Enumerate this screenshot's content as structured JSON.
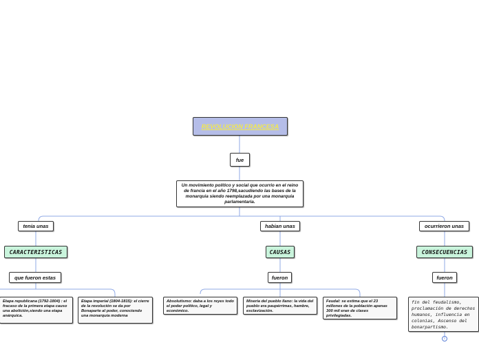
{
  "title": "REVOLUCION FRANCESA",
  "fue": "fue",
  "definition": "Un movimiento político  y social que ocurrio en el reino de francia en el año 1798,sacudiendo las bases de la monarquia siendo reemplazada por una monarquia parlamentaria.",
  "branches": {
    "left": {
      "link": "tenia unas",
      "category": "CARACTERISTICAS",
      "sublink": "que fueron estas",
      "leaves": [
        "Etapa republicana (1792-1804) : el fracaso de la primera etapa causo una abolición,siendo una etapa anárquica.",
        "Etapa imperial (1804-1815): el cierre de la revolución se da por Bonaparte al poder, conociendo una monarquía moderna"
      ]
    },
    "middle": {
      "link": "habian unas",
      "category": "CAUSAS",
      "sublink": "fueron",
      "leaves": [
        "Absolutismo: daba a los reyes todo el poder político, legal y económico.",
        "Miseria del pueblo llano: la vida del pueblo era paupérrimas, hambre, esclavización.",
        "Feudal: se estima que el 23 millones de la población apenas 300 mil eran de clases privilegiadas."
      ]
    },
    "right": {
      "link": "ocurrieron unas",
      "category": "CONSECUENCIAS",
      "sublink": "fueron",
      "leaves": [
        "fin del feudalismo, proclamación de derechos humanos, influencia en colonias, Ascenso del bonarpartismo."
      ]
    }
  },
  "info_icon": "i",
  "colors": {
    "connector": "#8fa9e6",
    "title_bg": "#b5bde8",
    "title_text": "#f2e84b",
    "category_bg": "#c9f4dc",
    "leaf_bg": "#f8f8f8"
  }
}
